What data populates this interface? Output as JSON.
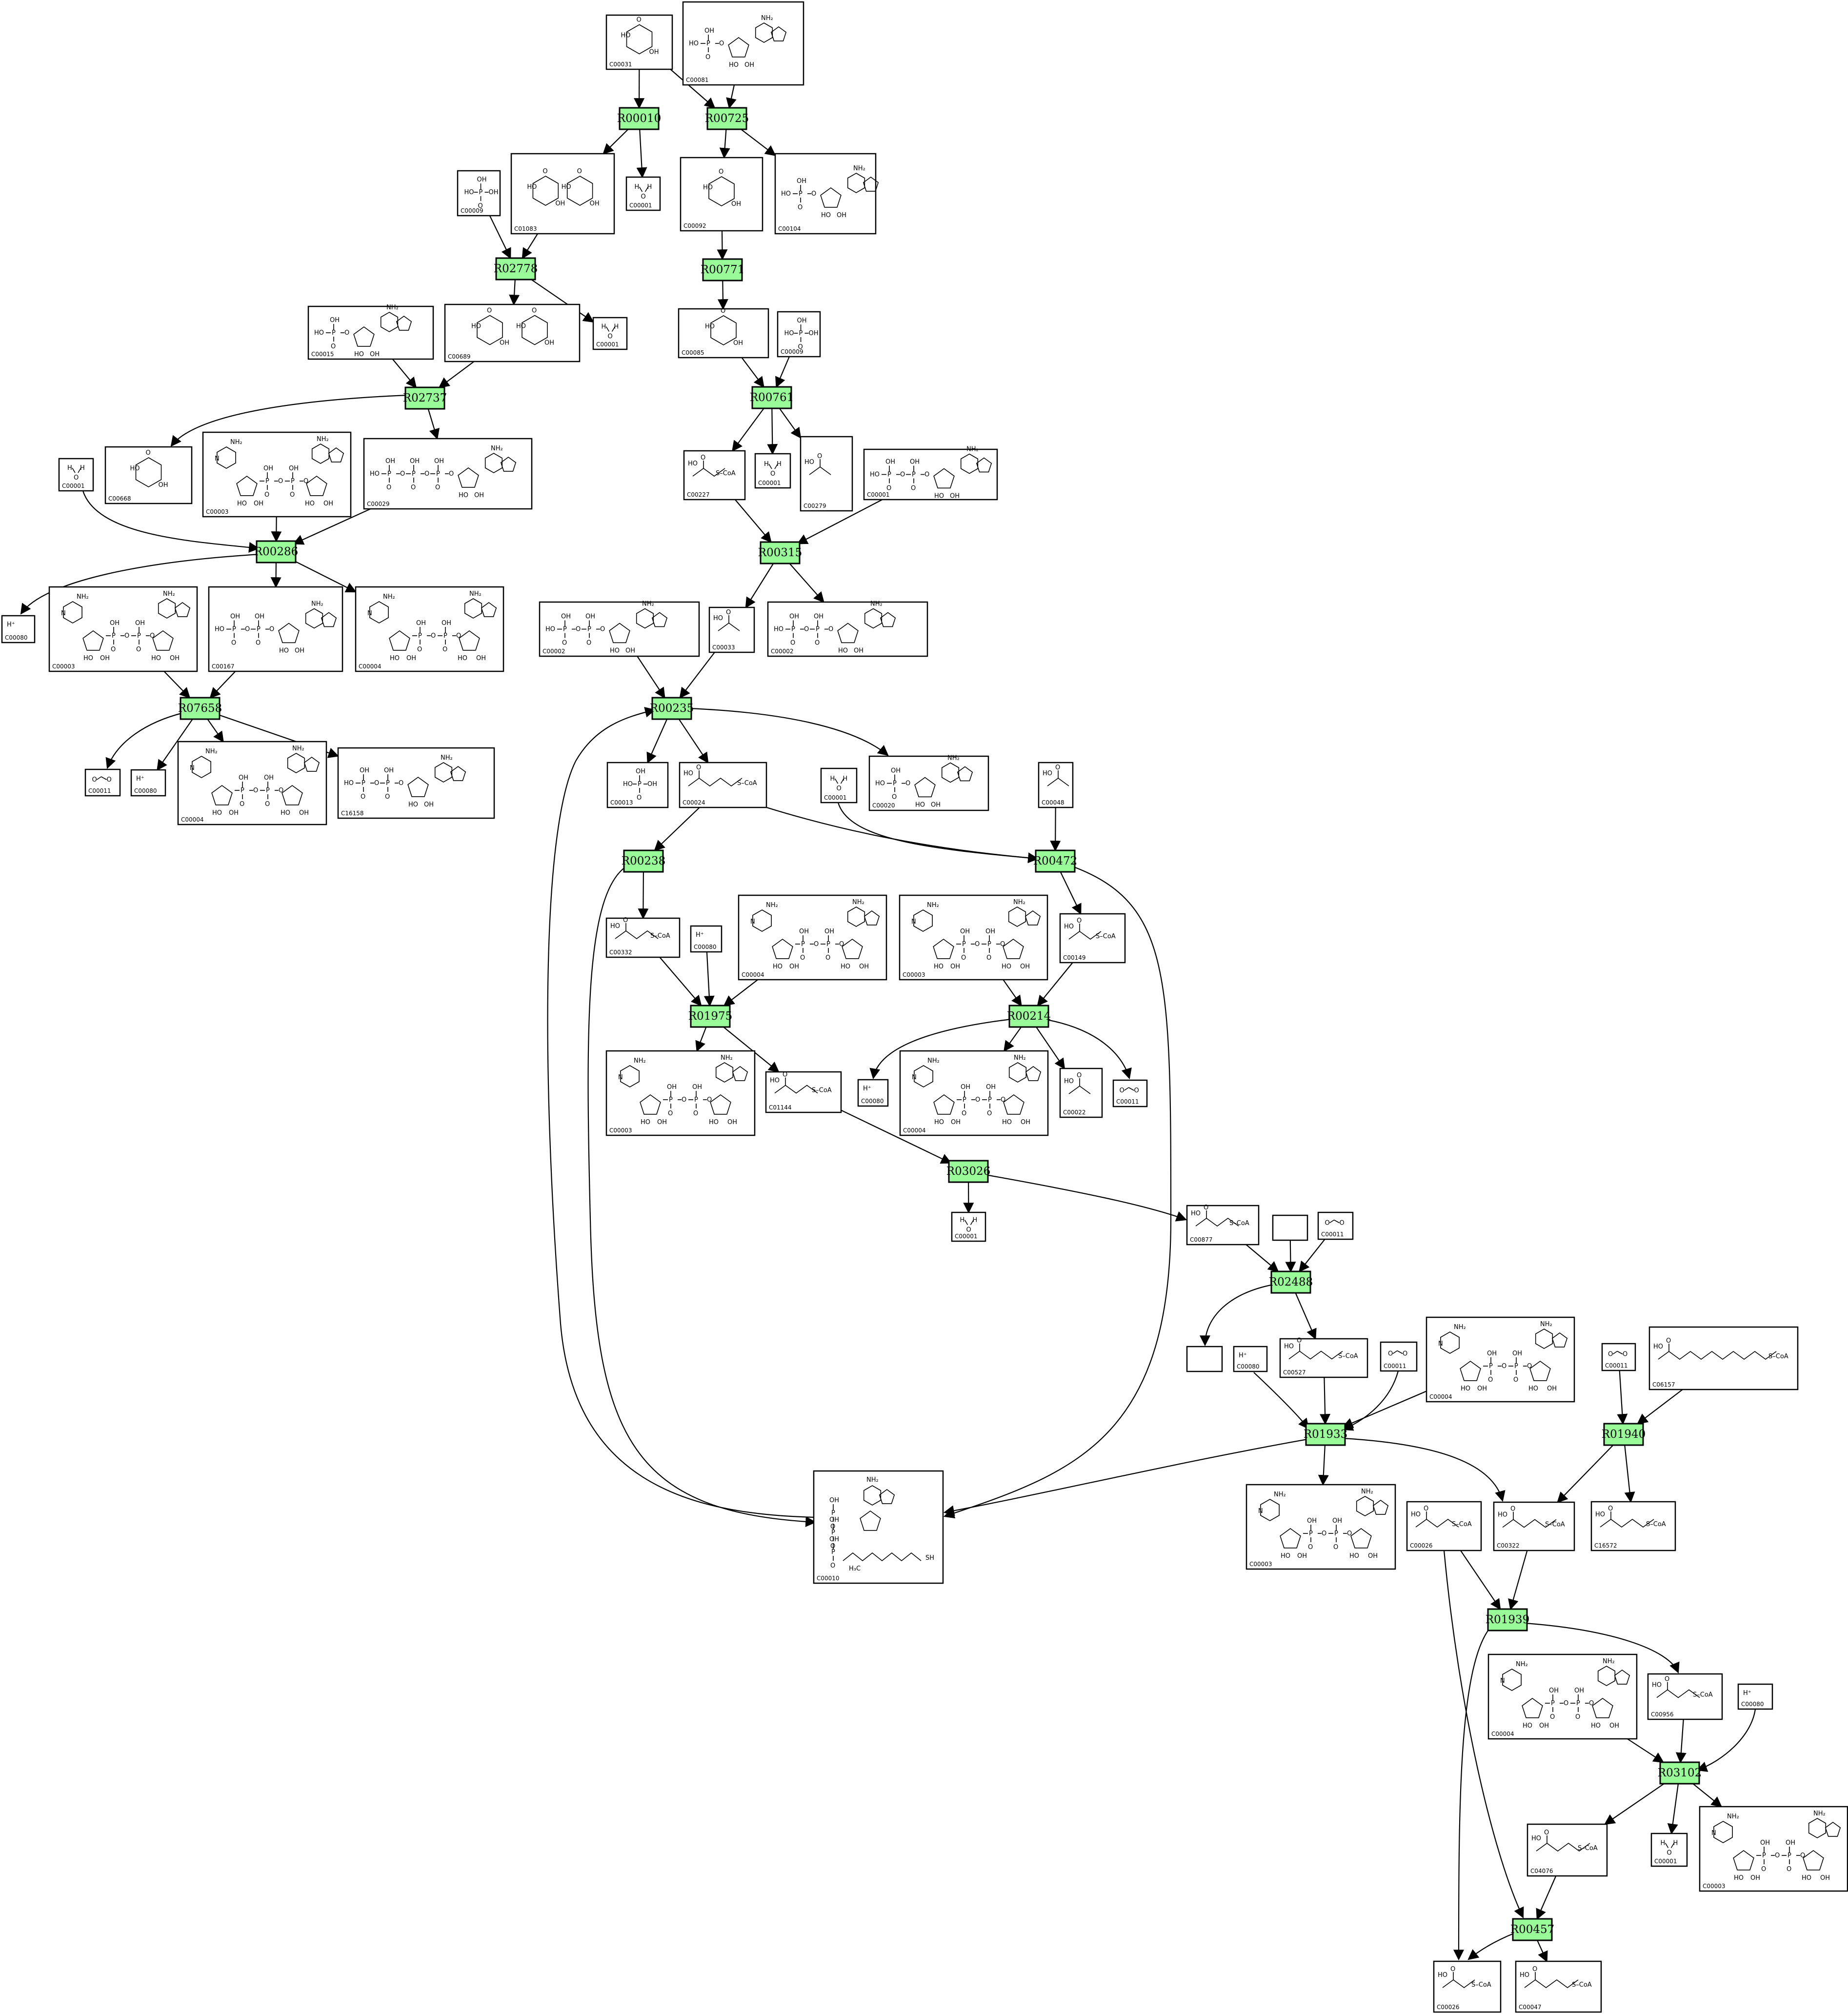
{
  "diagram": {
    "reactions": [
      {
        "id": "r_R00010",
        "label": "R00010"
      },
      {
        "id": "r_R00725",
        "label": "R00725"
      },
      {
        "id": "r_R02778",
        "label": "R02778"
      },
      {
        "id": "r_R00771",
        "label": "R00771"
      },
      {
        "id": "r_R02737",
        "label": "R02737"
      },
      {
        "id": "r_R00761",
        "label": "R00761"
      },
      {
        "id": "r_R00286",
        "label": "R00286"
      },
      {
        "id": "r_R00315",
        "label": "R00315"
      },
      {
        "id": "r_R07658",
        "label": "R07658"
      },
      {
        "id": "r_R00235",
        "label": "R00235"
      },
      {
        "id": "r_R00238",
        "label": "R00238"
      },
      {
        "id": "r_R00472",
        "label": "R00472"
      },
      {
        "id": "r_R01975",
        "label": "R01975"
      },
      {
        "id": "r_R00214",
        "label": "R00214"
      },
      {
        "id": "r_R03026",
        "label": "R03026"
      },
      {
        "id": "r_R02488",
        "label": "R02488"
      },
      {
        "id": "r_R01933",
        "label": "R01933"
      },
      {
        "id": "r_R01940",
        "label": "R01940"
      },
      {
        "id": "r_R01939",
        "label": "R01939"
      },
      {
        "id": "r_R03102",
        "label": "R03102"
      },
      {
        "id": "r_R00457",
        "label": "R00457"
      }
    ],
    "compounds": [
      {
        "id": "c01",
        "label": "C00031",
        "art": "sugar"
      },
      {
        "id": "c02",
        "label": "C00081",
        "art": "nucleotide"
      },
      {
        "id": "c03",
        "label": "C00001",
        "art": "water"
      },
      {
        "id": "c04",
        "label": "C01083",
        "art": "sugar"
      },
      {
        "id": "c05",
        "label": "C00092",
        "art": "sugar"
      },
      {
        "id": "c06",
        "label": "C00104",
        "art": "nucleotide"
      },
      {
        "id": "c07",
        "label": "C00009",
        "art": "phosphate"
      },
      {
        "id": "c08",
        "label": "C00001",
        "art": "water"
      },
      {
        "id": "c09",
        "label": "C00015",
        "art": "nucleotide"
      },
      {
        "id": "c10",
        "label": "C00689",
        "art": "sugar"
      },
      {
        "id": "c11",
        "label": "C00085",
        "art": "sugar"
      },
      {
        "id": "c12",
        "label": "C00009",
        "art": "phosphate"
      },
      {
        "id": "c13",
        "label": "C00001",
        "art": "water"
      },
      {
        "id": "c14",
        "label": "C00668",
        "art": "sugar"
      },
      {
        "id": "c15",
        "label": "C00003",
        "art": "dinucleotide"
      },
      {
        "id": "c16",
        "label": "C00029",
        "art": "nucleotide"
      },
      {
        "id": "c17",
        "label": "C00227",
        "art": "chain"
      },
      {
        "id": "c18",
        "label": "C00001",
        "art": "water"
      },
      {
        "id": "c19",
        "label": "C00279",
        "art": "chain"
      },
      {
        "id": "c20",
        "label": "C00001",
        "art": "nucleotide"
      },
      {
        "id": "c21",
        "label": "C00080",
        "art": "proton"
      },
      {
        "id": "c22",
        "label": "C00003",
        "art": "dinucleotide"
      },
      {
        "id": "c23",
        "label": "C00167",
        "art": "nucleotide"
      },
      {
        "id": "c24",
        "label": "C00004",
        "art": "dinucleotide"
      },
      {
        "id": "c25",
        "label": "C00002",
        "art": "nucleotide"
      },
      {
        "id": "c26",
        "label": "C00033",
        "art": "chain"
      },
      {
        "id": "c27",
        "label": "C00002",
        "art": "nucleotide"
      },
      {
        "id": "c28",
        "label": "C00011",
        "art": "co2"
      },
      {
        "id": "c29",
        "label": "C00080",
        "art": "proton"
      },
      {
        "id": "c30",
        "label": "C00004",
        "art": "dinucleotide"
      },
      {
        "id": "c31",
        "label": "C16158",
        "art": "nucleotide"
      },
      {
        "id": "c32",
        "label": "C00013",
        "art": "phosphate"
      },
      {
        "id": "c33",
        "label": "C00024",
        "art": "chain"
      },
      {
        "id": "c34",
        "label": "C00001",
        "art": "water"
      },
      {
        "id": "c35",
        "label": "C00020",
        "art": "nucleotide"
      },
      {
        "id": "c36",
        "label": "C00048",
        "art": "chain"
      },
      {
        "id": "c37",
        "label": "C00332",
        "art": "chain"
      },
      {
        "id": "c38",
        "label": "C00080",
        "art": "proton"
      },
      {
        "id": "c39",
        "label": "C00004",
        "art": "dinucleotide"
      },
      {
        "id": "c40",
        "label": "C00003",
        "art": "dinucleotide"
      },
      {
        "id": "c41",
        "label": "C00149",
        "art": "chain"
      },
      {
        "id": "c42",
        "label": "C00003",
        "art": "dinucleotide"
      },
      {
        "id": "c43",
        "label": "C01144",
        "art": "chain"
      },
      {
        "id": "c44",
        "label": "C00080",
        "art": "proton"
      },
      {
        "id": "c45",
        "label": "C00004",
        "art": "dinucleotide"
      },
      {
        "id": "c46",
        "label": "C00022",
        "art": "chain"
      },
      {
        "id": "c47",
        "label": "C00011",
        "art": "co2"
      },
      {
        "id": "c48",
        "label": "C00001",
        "art": "water"
      },
      {
        "id": "c49",
        "label": "C00877",
        "art": "chain"
      },
      {
        "id": "c50",
        "label": "",
        "art": "none"
      },
      {
        "id": "c51",
        "label": "C00011",
        "art": "co2"
      },
      {
        "id": "c52",
        "label": "",
        "art": "none"
      },
      {
        "id": "c53",
        "label": "C00080",
        "art": "proton"
      },
      {
        "id": "c54",
        "label": "C00527",
        "art": "chain"
      },
      {
        "id": "c55",
        "label": "C00011",
        "art": "co2"
      },
      {
        "id": "c56",
        "label": "C00004",
        "art": "dinucleotide"
      },
      {
        "id": "c57",
        "label": "C00011",
        "art": "co2"
      },
      {
        "id": "c58",
        "label": "C06157",
        "art": "chain"
      },
      {
        "id": "c59",
        "label": "C00010",
        "art": "coa"
      },
      {
        "id": "c60",
        "label": "C00003",
        "art": "dinucleotide"
      },
      {
        "id": "c61",
        "label": "C00026",
        "art": "chain"
      },
      {
        "id": "c62",
        "label": "C00322",
        "art": "chain"
      },
      {
        "id": "c63",
        "label": "C16572",
        "art": "chain"
      },
      {
        "id": "c64",
        "label": "C00956",
        "art": "chain"
      },
      {
        "id": "c65",
        "label": "C00080",
        "art": "proton"
      },
      {
        "id": "c66",
        "label": "C00004",
        "art": "dinucleotide"
      },
      {
        "id": "c67",
        "label": "C04076",
        "art": "chain"
      },
      {
        "id": "c68",
        "label": "C00001",
        "art": "water"
      },
      {
        "id": "c69",
        "label": "C00003",
        "art": "dinucleotide"
      },
      {
        "id": "c70",
        "label": "C00026",
        "art": "chain"
      },
      {
        "id": "c71",
        "label": "C00047",
        "art": "chain"
      }
    ],
    "edges": [
      [
        "c01",
        "r_R00010"
      ],
      [
        "c01",
        "r_R00725"
      ],
      [
        "c02",
        "r_R00725"
      ],
      [
        "r_R00010",
        "c04"
      ],
      [
        "r_R00010",
        "c03"
      ],
      [
        "r_R00725",
        "c05"
      ],
      [
        "r_R00725",
        "c06"
      ],
      [
        "c07",
        "r_R02778"
      ],
      [
        "c04",
        "r_R02778"
      ],
      [
        "r_R02778",
        "c10"
      ],
      [
        "r_R02778",
        "c08"
      ],
      [
        "c05",
        "r_R00771"
      ],
      [
        "r_R00771",
        "c11"
      ],
      [
        "c09",
        "r_R02737"
      ],
      [
        "c10",
        "r_R02737"
      ],
      [
        "r_R02737",
        "c14"
      ],
      [
        "r_R02737",
        "c16"
      ],
      [
        "c11",
        "r_R00761"
      ],
      [
        "c12",
        "r_R00761"
      ],
      [
        "r_R00761",
        "c17"
      ],
      [
        "r_R00761",
        "c18"
      ],
      [
        "r_R00761",
        "c19"
      ],
      [
        "c13",
        "r_R00286"
      ],
      [
        "c15",
        "r_R00286"
      ],
      [
        "c16",
        "r_R00286"
      ],
      [
        "r_R00286",
        "c21"
      ],
      [
        "r_R00286",
        "c23"
      ],
      [
        "r_R00286",
        "c24"
      ],
      [
        "c17",
        "r_R00315"
      ],
      [
        "c20",
        "r_R00315"
      ],
      [
        "r_R00315",
        "c26"
      ],
      [
        "r_R00315",
        "c27"
      ],
      [
        "c22",
        "r_R07658"
      ],
      [
        "c23",
        "r_R07658"
      ],
      [
        "r_R07658",
        "c28"
      ],
      [
        "r_R07658",
        "c29"
      ],
      [
        "r_R07658",
        "c30"
      ],
      [
        "r_R07658",
        "c31"
      ],
      [
        "c25",
        "r_R00235"
      ],
      [
        "c26",
        "r_R00235"
      ],
      [
        "c59",
        "r_R00235"
      ],
      [
        "r_R00235",
        "c32"
      ],
      [
        "r_R00235",
        "c33"
      ],
      [
        "r_R00235",
        "c35"
      ],
      [
        "c33",
        "r_R00238"
      ],
      [
        "r_R00238",
        "c37"
      ],
      [
        "r_R00238",
        "c59"
      ],
      [
        "c33",
        "r_R00472"
      ],
      [
        "c34",
        "r_R00472"
      ],
      [
        "c36",
        "r_R00472"
      ],
      [
        "r_R00472",
        "c41"
      ],
      [
        "r_R00472",
        "c59"
      ],
      [
        "c37",
        "r_R01975"
      ],
      [
        "c38",
        "r_R01975"
      ],
      [
        "c39",
        "r_R01975"
      ],
      [
        "r_R01975",
        "c42"
      ],
      [
        "r_R01975",
        "c43"
      ],
      [
        "c40",
        "r_R00214"
      ],
      [
        "c41",
        "r_R00214"
      ],
      [
        "r_R00214",
        "c44"
      ],
      [
        "r_R00214",
        "c45"
      ],
      [
        "r_R00214",
        "c46"
      ],
      [
        "r_R00214",
        "c47"
      ],
      [
        "c43",
        "r_R03026"
      ],
      [
        "r_R03026",
        "c48"
      ],
      [
        "r_R03026",
        "c49"
      ],
      [
        "c49",
        "r_R02488"
      ],
      [
        "c50",
        "r_R02488"
      ],
      [
        "c51",
        "r_R02488"
      ],
      [
        "r_R02488",
        "c52"
      ],
      [
        "r_R02488",
        "c54"
      ],
      [
        "c53",
        "r_R01933"
      ],
      [
        "c54",
        "r_R01933"
      ],
      [
        "c55",
        "r_R01933"
      ],
      [
        "c56",
        "r_R01933"
      ],
      [
        "r_R01933",
        "c59"
      ],
      [
        "r_R01933",
        "c60"
      ],
      [
        "r_R01933",
        "c62"
      ],
      [
        "c57",
        "r_R01940"
      ],
      [
        "c58",
        "r_R01940"
      ],
      [
        "r_R01940",
        "c62"
      ],
      [
        "r_R01940",
        "c63"
      ],
      [
        "c61",
        "r_R01939"
      ],
      [
        "c62",
        "r_R01939"
      ],
      [
        "r_R01939",
        "c64"
      ],
      [
        "r_R01939",
        "c70"
      ],
      [
        "c64",
        "r_R03102"
      ],
      [
        "c65",
        "r_R03102"
      ],
      [
        "c66",
        "r_R03102"
      ],
      [
        "r_R03102",
        "c67"
      ],
      [
        "r_R03102",
        "c68"
      ],
      [
        "r_R03102",
        "c69"
      ],
      [
        "c61",
        "r_R00457"
      ],
      [
        "c67",
        "r_R00457"
      ],
      [
        "r_R00457",
        "c70"
      ],
      [
        "r_R00457",
        "c71"
      ]
    ]
  },
  "colors": {
    "reaction_fill": "#98fb98",
    "stroke": "#000000",
    "background": "#ffffff"
  }
}
